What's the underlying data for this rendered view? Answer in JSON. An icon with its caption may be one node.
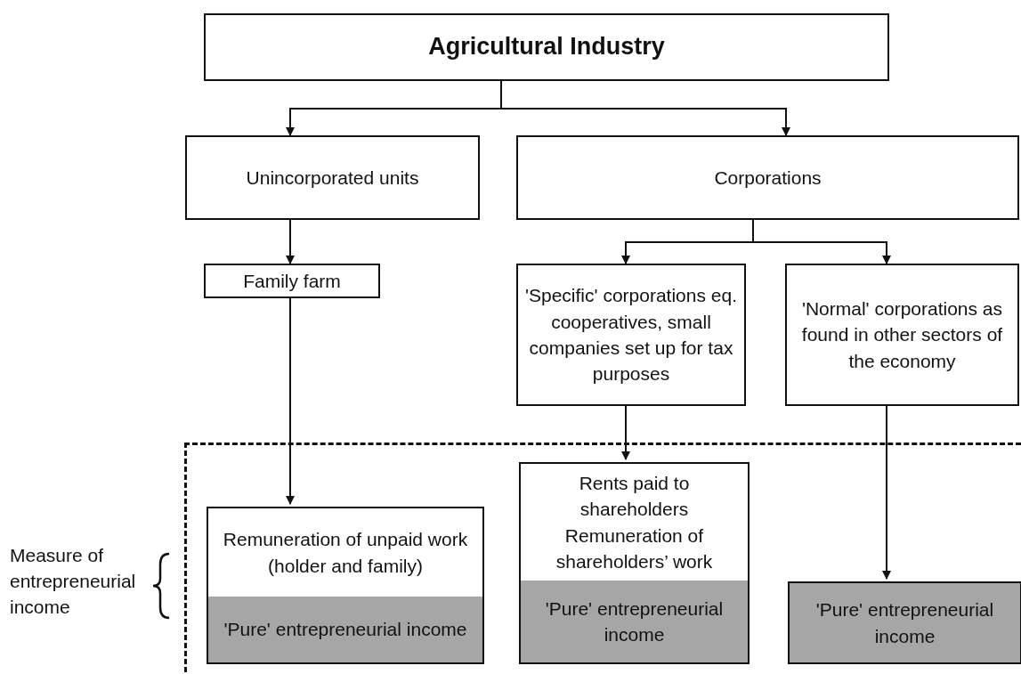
{
  "diagram": {
    "nodes": [
      {
        "text": [
          "Agricultural Industry"
        ]
      },
      {
        "text": [
          "Unincorporated units"
        ]
      },
      {
        "text": [
          "Corporations"
        ]
      },
      {
        "text": [
          "Family farm"
        ]
      },
      {
        "text": [
          "'Specific' corporations eq. cooperatives, small companies set up for tax purposes"
        ]
      },
      {
        "text": [
          "'Normal' corporations as found in other sectors of the economy"
        ]
      },
      {
        "text": [],
        "shape": "box"
      },
      {
        "text": [
          "Remuneration of unpaid work (holder and family)",
          "'Pure' entrepreneurial income"
        ],
        "in": 6
      },
      {
        "text": [
          "Rents paid to shareholders",
          "Remuneration of shareholders’ work",
          "'Pure' entrepreneurial income"
        ],
        "in": 6
      },
      {
        "text": [
          "'Pure' entrepreneurial income"
        ],
        "in": 6
      }
    ],
    "edges": [
      {
        "from": 0,
        "to": 1,
        "arrow": "to"
      },
      {
        "from": 0,
        "to": 2,
        "arrow": "to"
      },
      {
        "from": 1,
        "to": 3,
        "arrow": "to"
      },
      {
        "from": 2,
        "to": 4,
        "arrow": "to"
      },
      {
        "from": 2,
        "to": 5,
        "arrow": "to"
      },
      {
        "from": 3,
        "to": 7,
        "arrow": "to"
      },
      {
        "from": 4,
        "to": 8,
        "arrow": "to"
      },
      {
        "from": 5,
        "to": 9,
        "arrow": "to"
      }
    ],
    "labels": [
      "Measure of entrepreneurial income"
    ]
  }
}
